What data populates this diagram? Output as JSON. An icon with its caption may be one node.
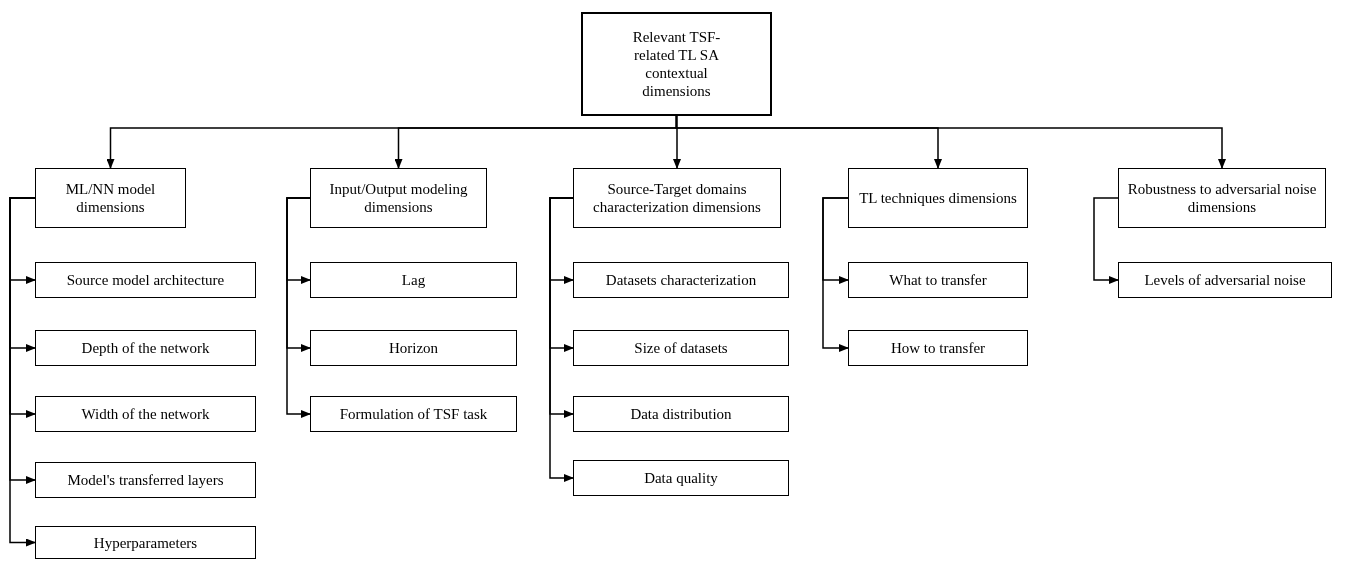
{
  "diagram": {
    "nodes": [
      {
        "text": [
          "Relevant TSF-related TL SA contextual dimensions"
        ]
      },
      {
        "text": [
          "ML/NN model dimensions"
        ]
      },
      {
        "text": [
          "Input/Output modeling dimensions"
        ]
      },
      {
        "text": [
          "Source-Target domains characterization dimensions"
        ]
      },
      {
        "text": [
          "TL techniques dimensions"
        ]
      },
      {
        "text": [
          "Robustness to adversarial noise dimensions"
        ]
      },
      {
        "text": [
          "Source model architecture"
        ]
      },
      {
        "text": [
          "Depth of the network"
        ]
      },
      {
        "text": [
          "Width of the network"
        ]
      },
      {
        "text": [
          "Model's transferred layers"
        ]
      },
      {
        "text": [
          "Hyperparameters"
        ]
      },
      {
        "text": [
          "Lag"
        ]
      },
      {
        "text": [
          "Horizon"
        ]
      },
      {
        "text": [
          "Formulation of TSF task"
        ]
      },
      {
        "text": [
          "Datasets characterization"
        ]
      },
      {
        "text": [
          "Size of datasets"
        ]
      },
      {
        "text": [
          "Data distribution"
        ]
      },
      {
        "text": [
          "Data quality"
        ]
      },
      {
        "text": [
          "What to transfer"
        ]
      },
      {
        "text": [
          "How to transfer"
        ]
      },
      {
        "text": [
          "Levels of adversarial noise"
        ]
      }
    ],
    "edges": [
      {
        "from": 0,
        "to": 1,
        "arrow": "to"
      },
      {
        "from": 0,
        "to": 2,
        "arrow": "to"
      },
      {
        "from": 0,
        "to": 3,
        "arrow": "to"
      },
      {
        "from": 0,
        "to": 4,
        "arrow": "to"
      },
      {
        "from": 0,
        "to": 5,
        "arrow": "to"
      },
      {
        "from": 1,
        "to": 6,
        "arrow": "to"
      },
      {
        "from": 1,
        "to": 7,
        "arrow": "to"
      },
      {
        "from": 1,
        "to": 8,
        "arrow": "to"
      },
      {
        "from": 1,
        "to": 9,
        "arrow": "to"
      },
      {
        "from": 1,
        "to": 10,
        "arrow": "to"
      },
      {
        "from": 2,
        "to": 11,
        "arrow": "to"
      },
      {
        "from": 2,
        "to": 12,
        "arrow": "to"
      },
      {
        "from": 2,
        "to": 13,
        "arrow": "to"
      },
      {
        "from": 3,
        "to": 14,
        "arrow": "to"
      },
      {
        "from": 3,
        "to": 15,
        "arrow": "to"
      },
      {
        "from": 3,
        "to": 16,
        "arrow": "to"
      },
      {
        "from": 3,
        "to": 17,
        "arrow": "to"
      },
      {
        "from": 4,
        "to": 18,
        "arrow": "to"
      },
      {
        "from": 4,
        "to": 19,
        "arrow": "to"
      },
      {
        "from": 5,
        "to": 20,
        "arrow": "to"
      }
    ]
  }
}
